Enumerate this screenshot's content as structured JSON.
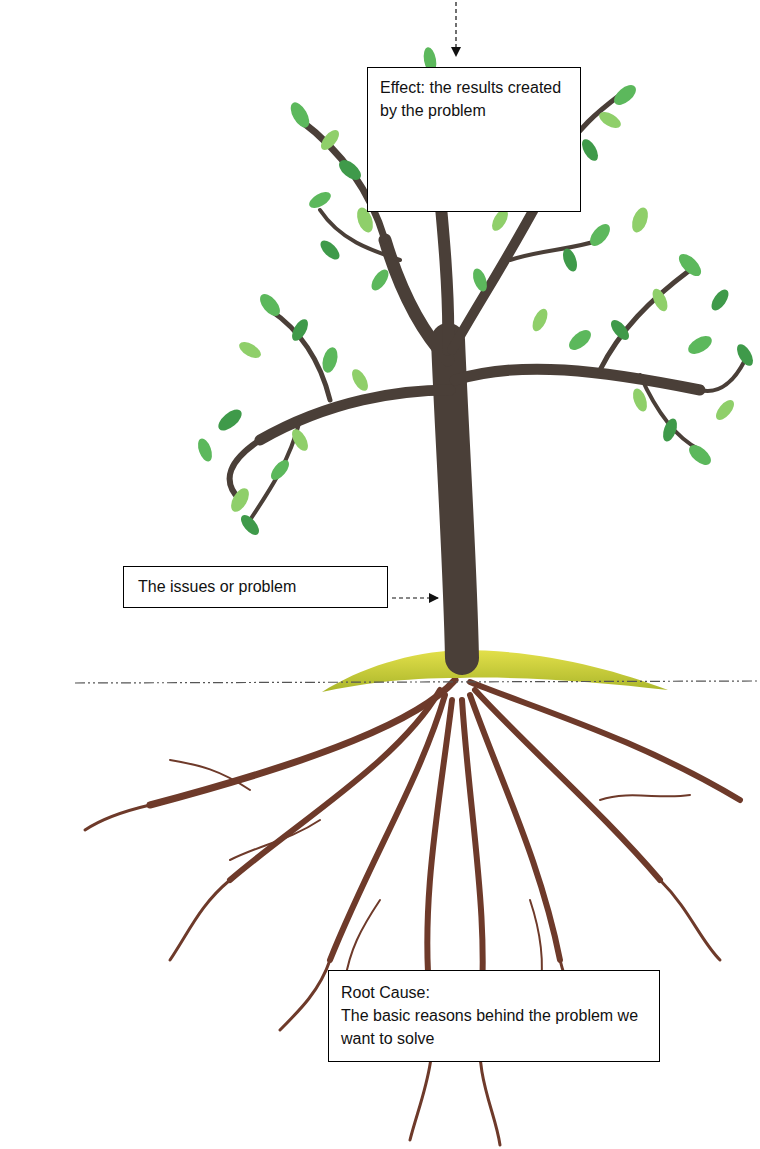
{
  "diagram": {
    "nodes": [
      {
        "text": [
          "Effect: the results created by the problem"
        ]
      },
      {
        "text": [
          "The issues or problem"
        ]
      },
      {
        "text": [
          "Root Cause:",
          "The basic reasons behind the problem we want to solve"
        ]
      }
    ]
  }
}
